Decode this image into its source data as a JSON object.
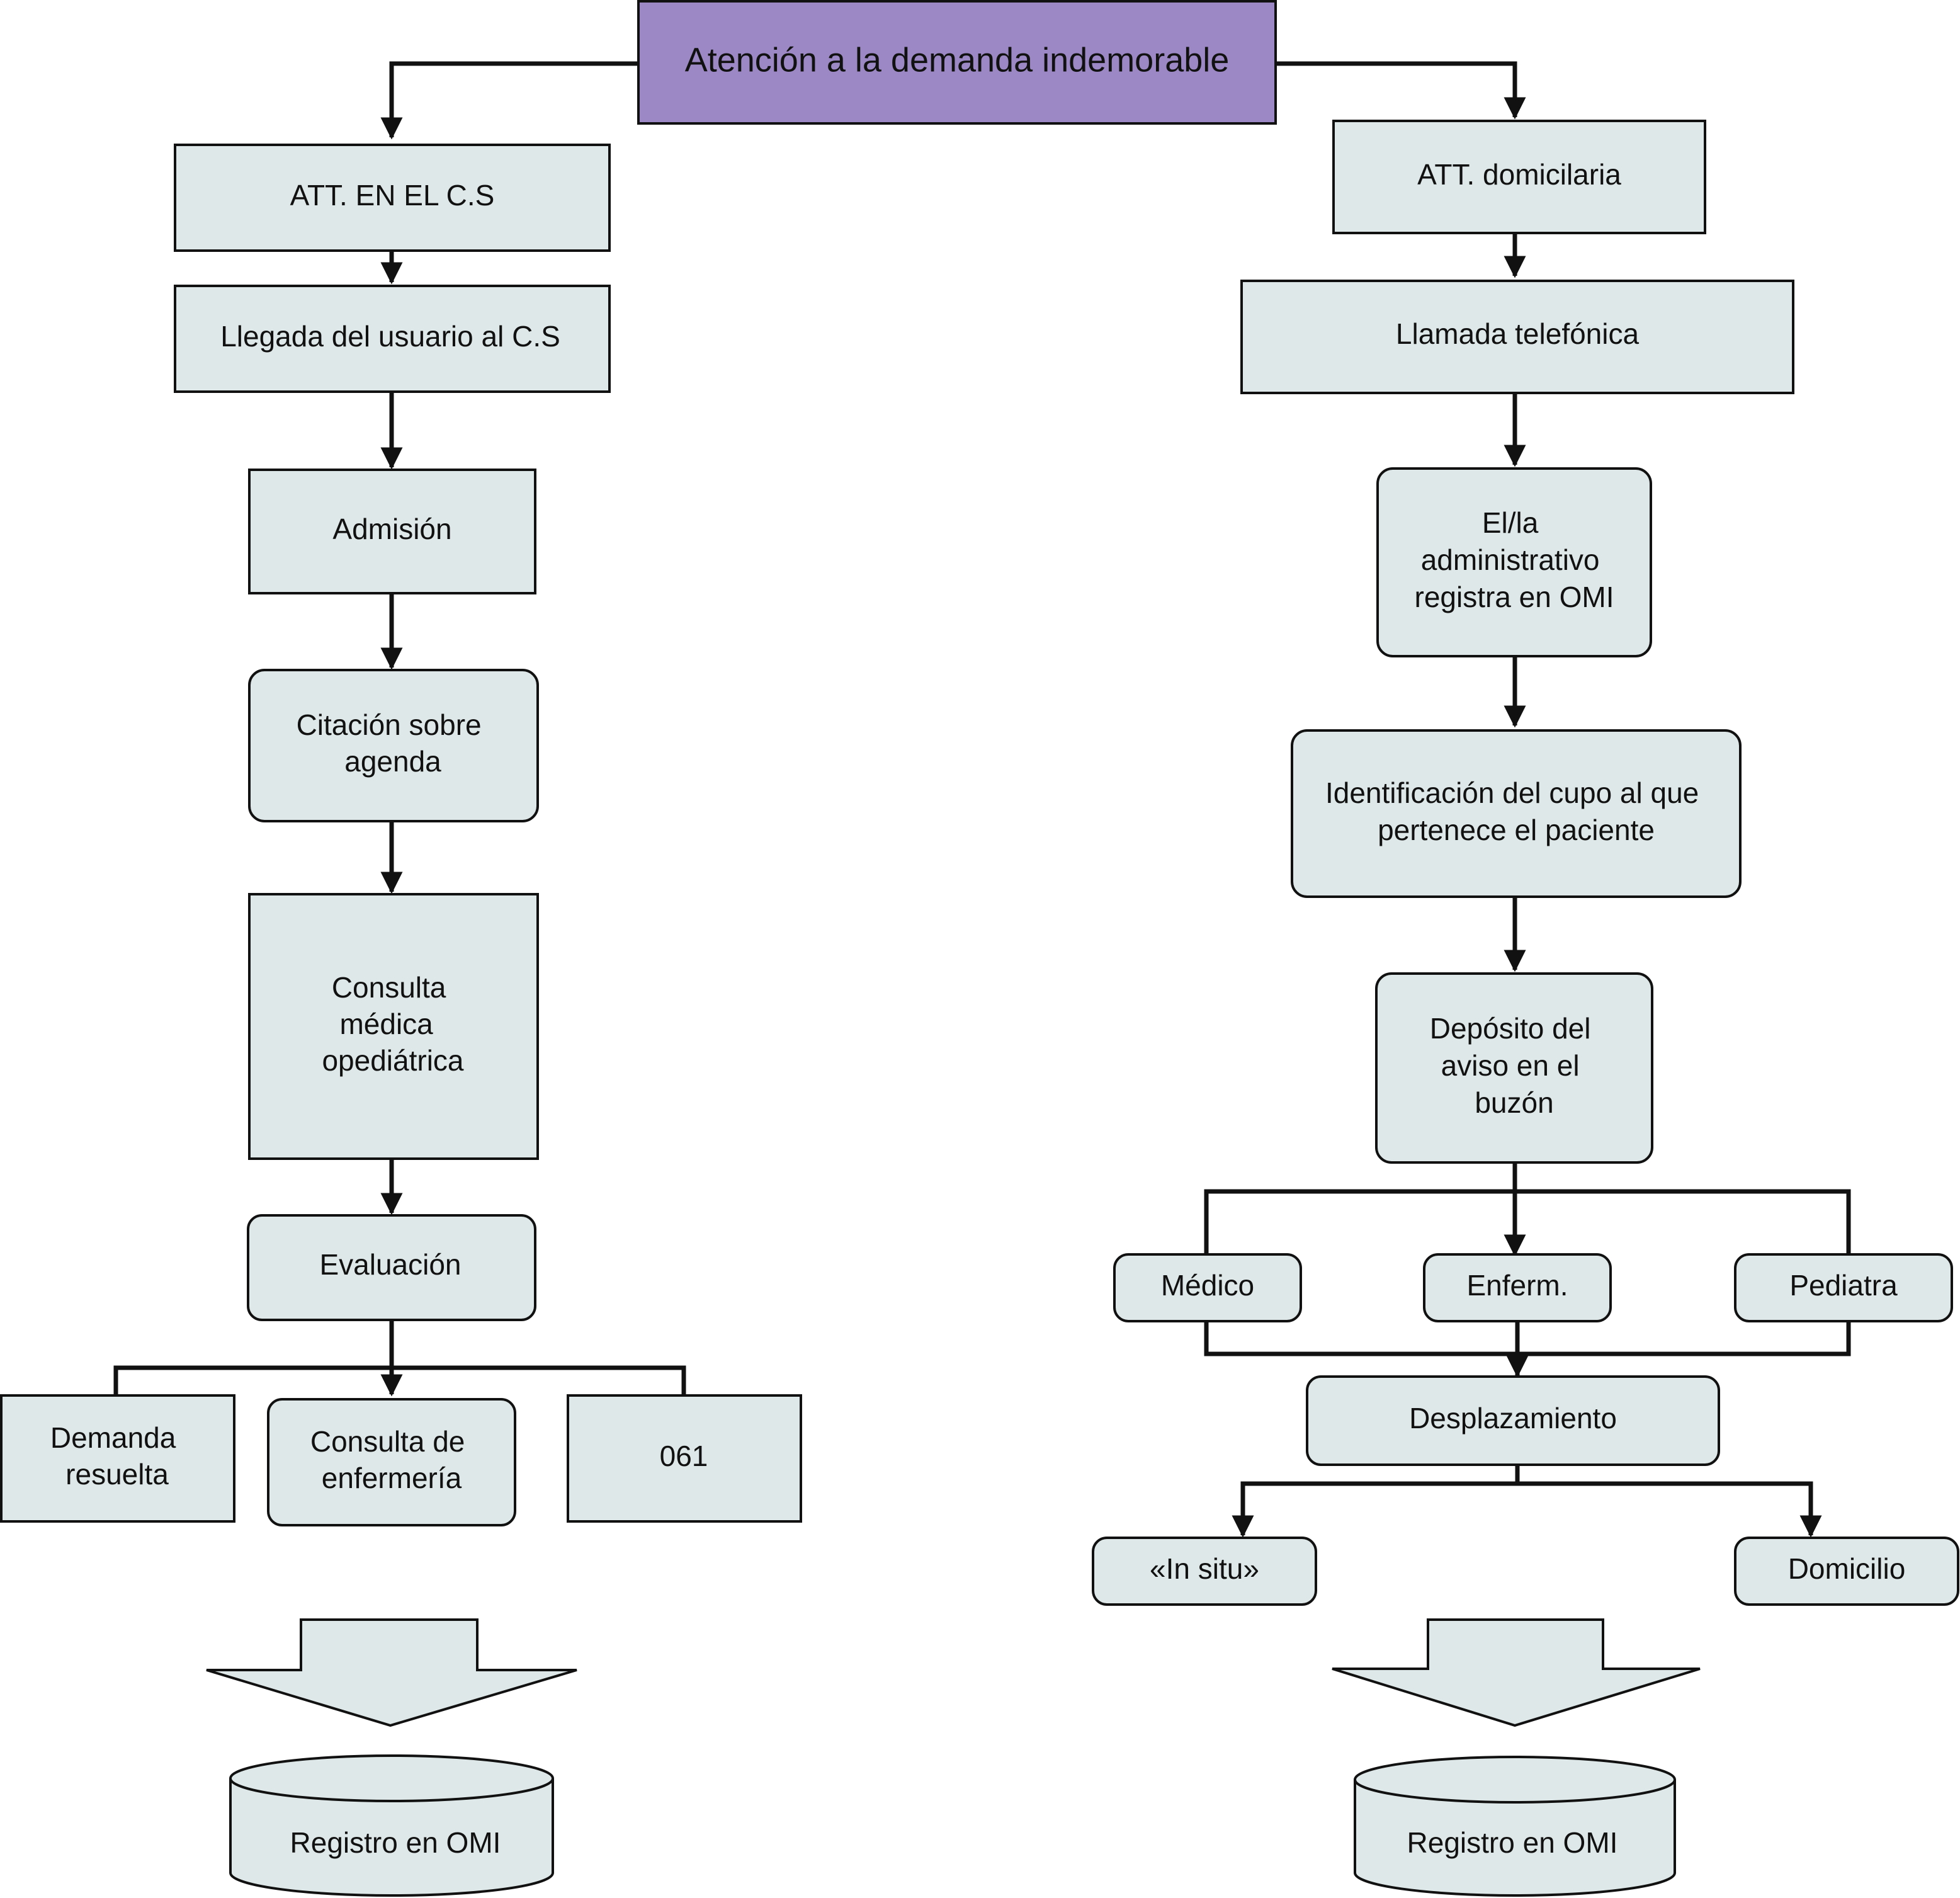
{
  "colors": {
    "box_fill": "#dfe8e8",
    "title_fill": "#9b88c4",
    "stroke": "#111111"
  },
  "title": "Atención a la demanda indemorable",
  "left": {
    "branch": "ATT. EN EL C.S",
    "arrival": "Llegada del usuario al C.S",
    "admission": "Admisión",
    "appointment": [
      "Citación sobre",
      "agenda"
    ],
    "consultation": [
      "Consulta",
      "médica",
      "opediátrica"
    ],
    "evaluation": "Evaluación",
    "outcomes": {
      "resolved": [
        "Demanda",
        "resuelta"
      ],
      "nursing": [
        "Consulta de",
        "enfermería"
      ],
      "emergency": "061"
    },
    "record": "Registro en OMI"
  },
  "right": {
    "branch": "ATT. domicilaria",
    "call": "Llamada telefónica",
    "admin": [
      "El/la",
      "administrativo",
      "registra en OMI"
    ],
    "identification": [
      "Identificación del cupo al que",
      "pertenece el paciente"
    ],
    "deposit": [
      "Depósito del",
      "aviso en el",
      "buzón"
    ],
    "professionals": {
      "doctor": "Médico",
      "nurse": "Enferm.",
      "pediatrician": "Pediatra"
    },
    "displacement": "Desplazamiento",
    "destinations": {
      "in_situ": "«In situ»",
      "home": "Domicilio"
    },
    "record": "Registro en OMI"
  }
}
